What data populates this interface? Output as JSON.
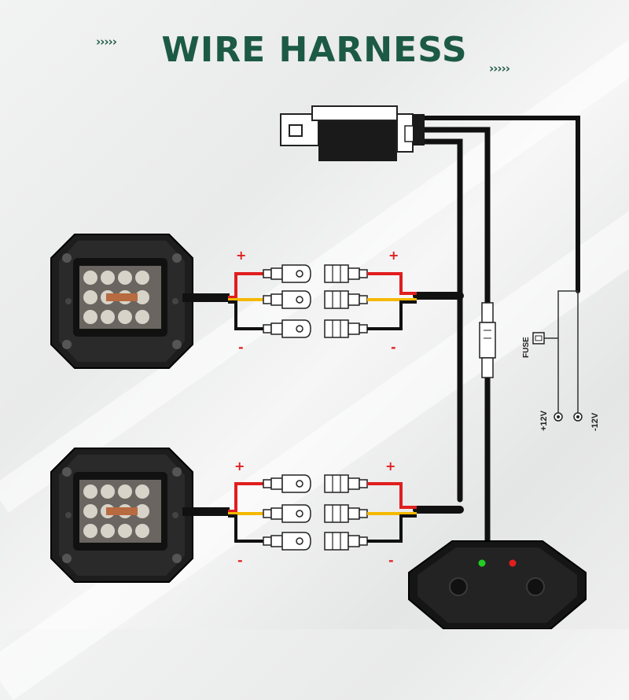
{
  "title": "WIRE HARNESS",
  "decor": {
    "chevrons": "›››››",
    "chevron_color": "#1c5a45"
  },
  "colors": {
    "positive": "#e01e1e",
    "signal": "#f5b800",
    "negative": "#111111",
    "title": "#1c5a45"
  },
  "lamp_groups": [
    {
      "positive_label_left": "+",
      "positive_label_right": "+",
      "negative_label_left": "-",
      "negative_label_right": "-"
    },
    {
      "positive_label_left": "+",
      "positive_label_right": "+",
      "negative_label_left": "-",
      "negative_label_right": "-"
    }
  ],
  "fuse": {
    "label": "FUSE"
  },
  "battery": {
    "positive_label": "+12V",
    "negative_label": "-12V"
  },
  "controller": {
    "indicator_colors": [
      "#22cc22",
      "#e01e1e"
    ],
    "button_count": 2
  },
  "icons": [
    "lamp-icon",
    "relay-icon",
    "fuse-icon",
    "controller-icon",
    "connector-icon"
  ]
}
